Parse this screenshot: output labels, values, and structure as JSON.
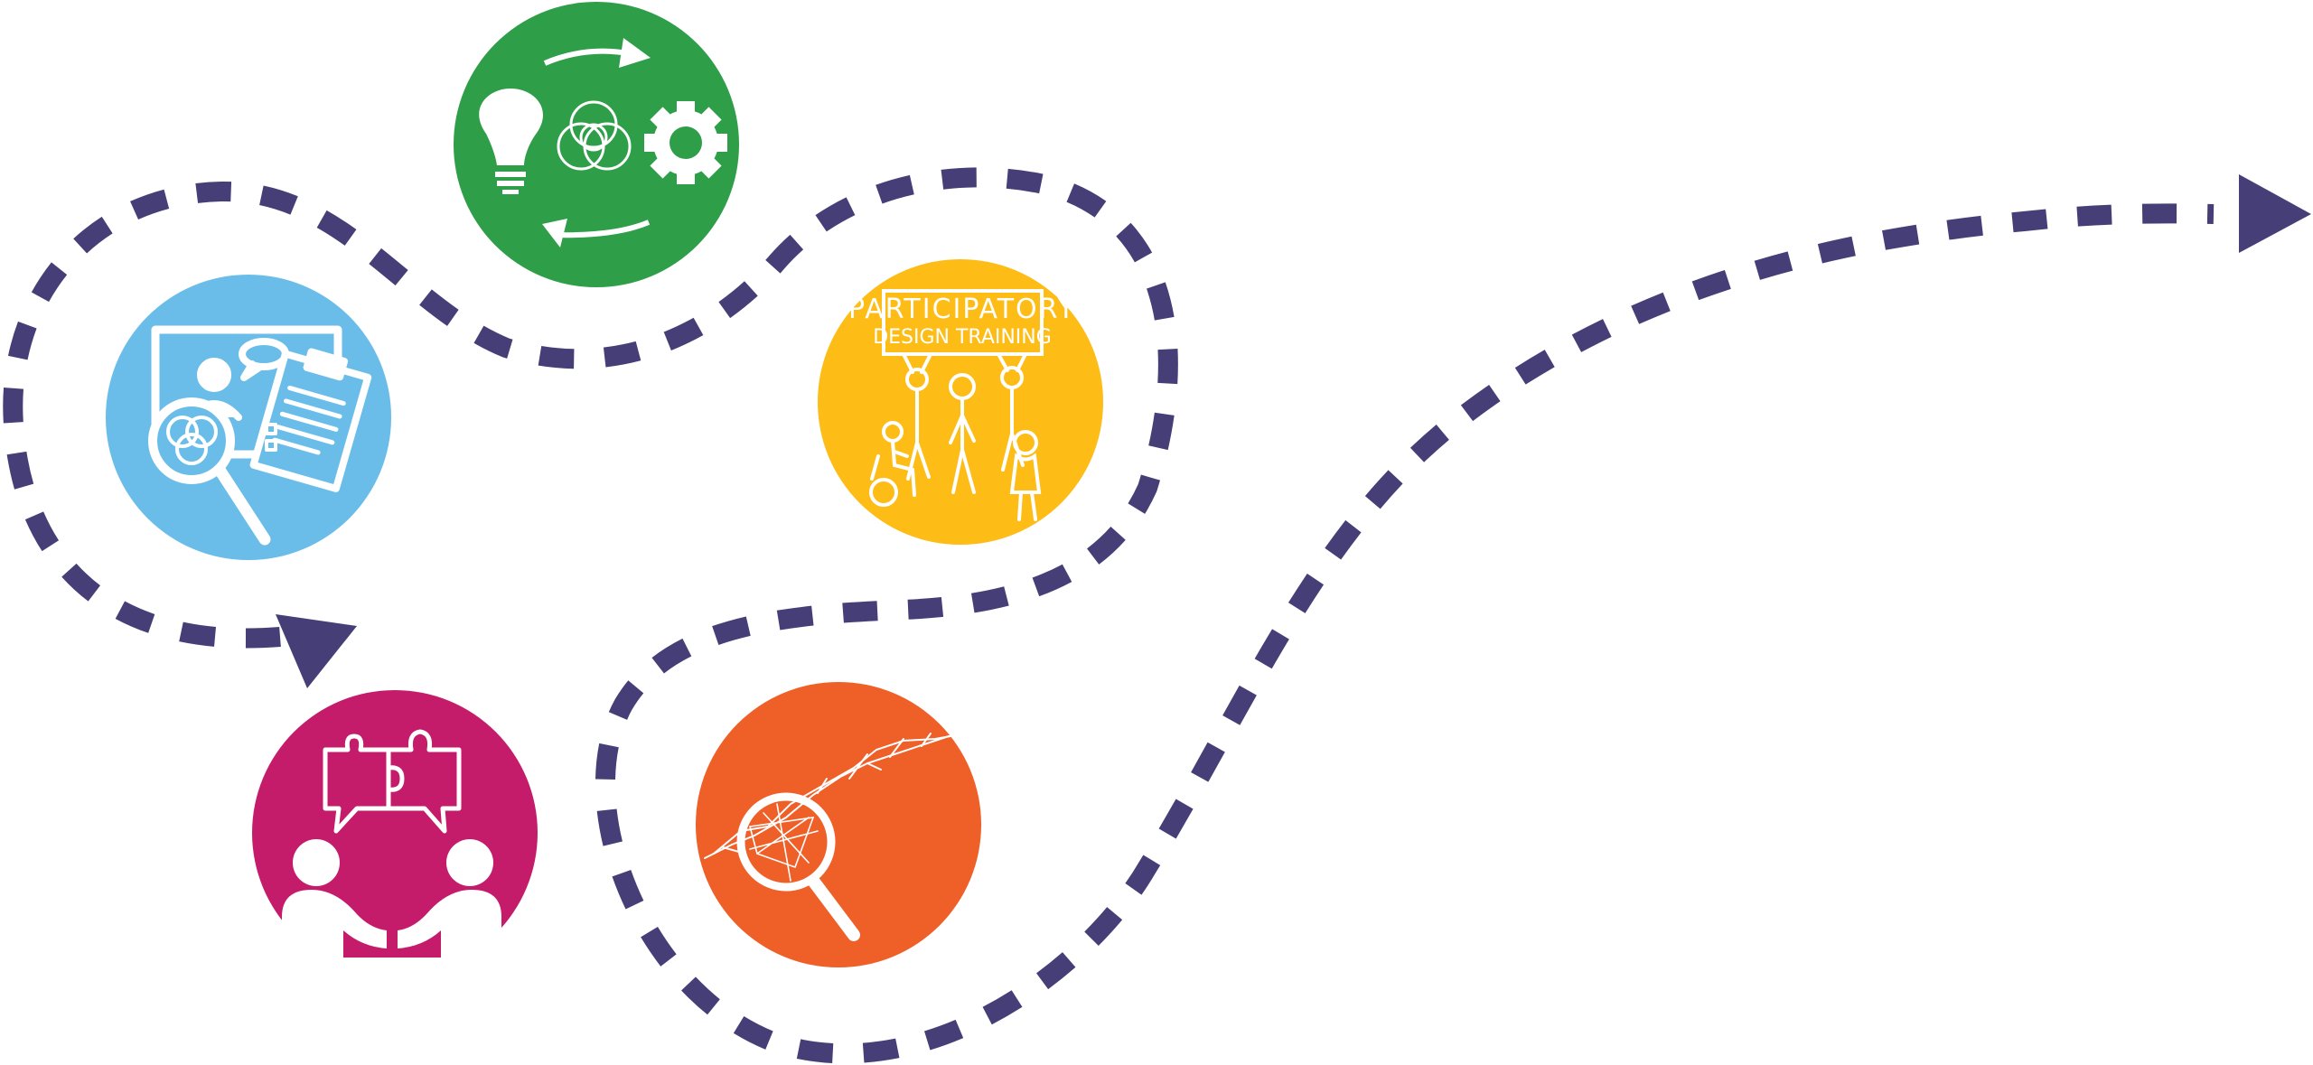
{
  "diagram": {
    "path_color": "#463f77",
    "stages": [
      {
        "id": "research",
        "color": "#6bbde9",
        "icon": "research-clipboard-magnifier-icon"
      },
      {
        "id": "ideation",
        "color": "#2f9e48",
        "icon": "idea-cycle-icon"
      },
      {
        "id": "training",
        "color": "#fdbc16",
        "icon": "participatory-training-icon",
        "banner_lines": [
          "PARTICIPATORY",
          "DESIGN TRAINING"
        ]
      },
      {
        "id": "collaboration",
        "color": "#c41c6b",
        "icon": "puzzle-collaboration-icon"
      },
      {
        "id": "analysis",
        "color": "#ef5f28",
        "icon": "network-magnifier-icon"
      }
    ]
  }
}
